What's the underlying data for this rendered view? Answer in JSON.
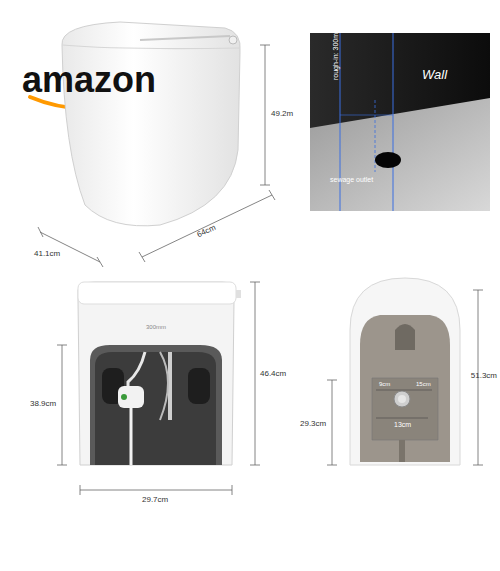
{
  "diagram": {
    "labels": [
      "amazon",
      "49.2m",
      "41.1cm",
      "64cm",
      "rough-in: 300mm",
      "Wall",
      "sewage outlet",
      "300mm",
      "38.9cm",
      "46.4cm",
      "29.7cm",
      "9cm",
      "15cm",
      "13cm",
      "51.3cm",
      "29.3cm"
    ]
  }
}
